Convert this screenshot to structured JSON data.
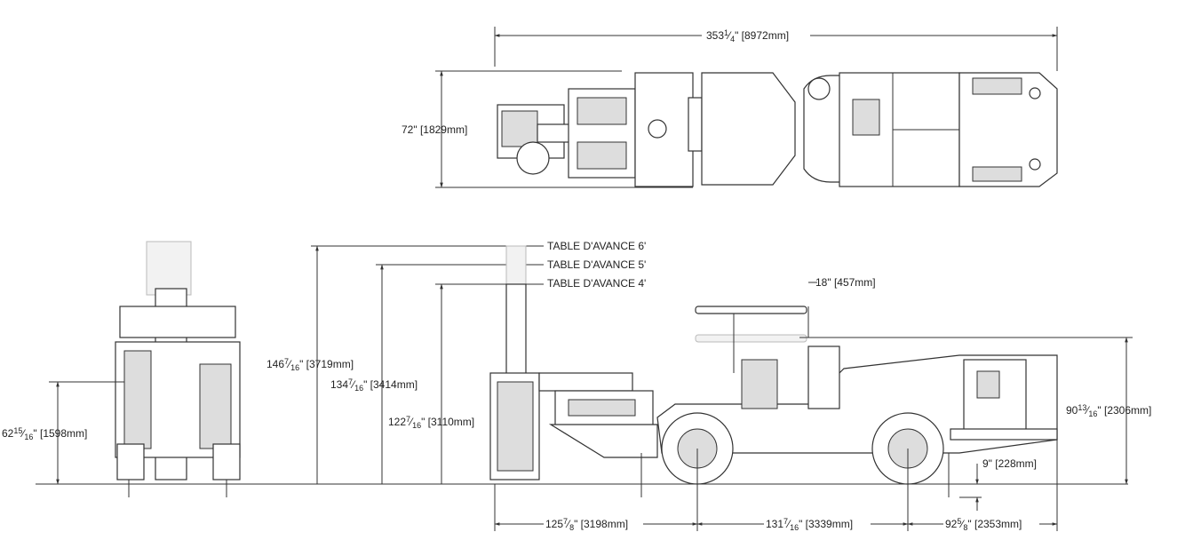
{
  "top_view": {
    "length": {
      "whole": "353",
      "num": "1",
      "den": "4",
      "mm": "\" [8972mm]"
    },
    "width": {
      "text": "72\" [1829mm]"
    }
  },
  "front_view": {
    "height": {
      "whole": "62",
      "num": "15",
      "den": "16",
      "mm": "\" [1598mm]"
    }
  },
  "side_view": {
    "feed_labels": [
      "TABLE D'AVANCE 6'",
      "TABLE D'AVANCE 5'",
      "TABLE D'AVANCE 4'"
    ],
    "height_6": {
      "whole": "146",
      "num": "7",
      "den": "16",
      "mm": "\" [3719mm]"
    },
    "height_5": {
      "whole": "134",
      "num": "7",
      "den": "16",
      "mm": "\" [3414mm]"
    },
    "height_4": {
      "whole": "122",
      "num": "7",
      "den": "16",
      "mm": "\" [3110mm]"
    },
    "canopy_travel": "18\" [457mm]",
    "canopy_height": {
      "whole": "90",
      "num": "13",
      "den": "16",
      "mm": "\" [2306mm]"
    },
    "ground_clearance": "9\" [228mm]",
    "front_overhang": {
      "whole": "125",
      "num": "7",
      "den": "8",
      "mm": "\" [3198mm]"
    },
    "wheelbase": {
      "whole": "131",
      "num": "7",
      "den": "16",
      "mm": "\" [3339mm]"
    },
    "rear_overhang": {
      "whole": "92",
      "num": "5",
      "den": "8",
      "mm": "\" [2353mm]"
    }
  }
}
